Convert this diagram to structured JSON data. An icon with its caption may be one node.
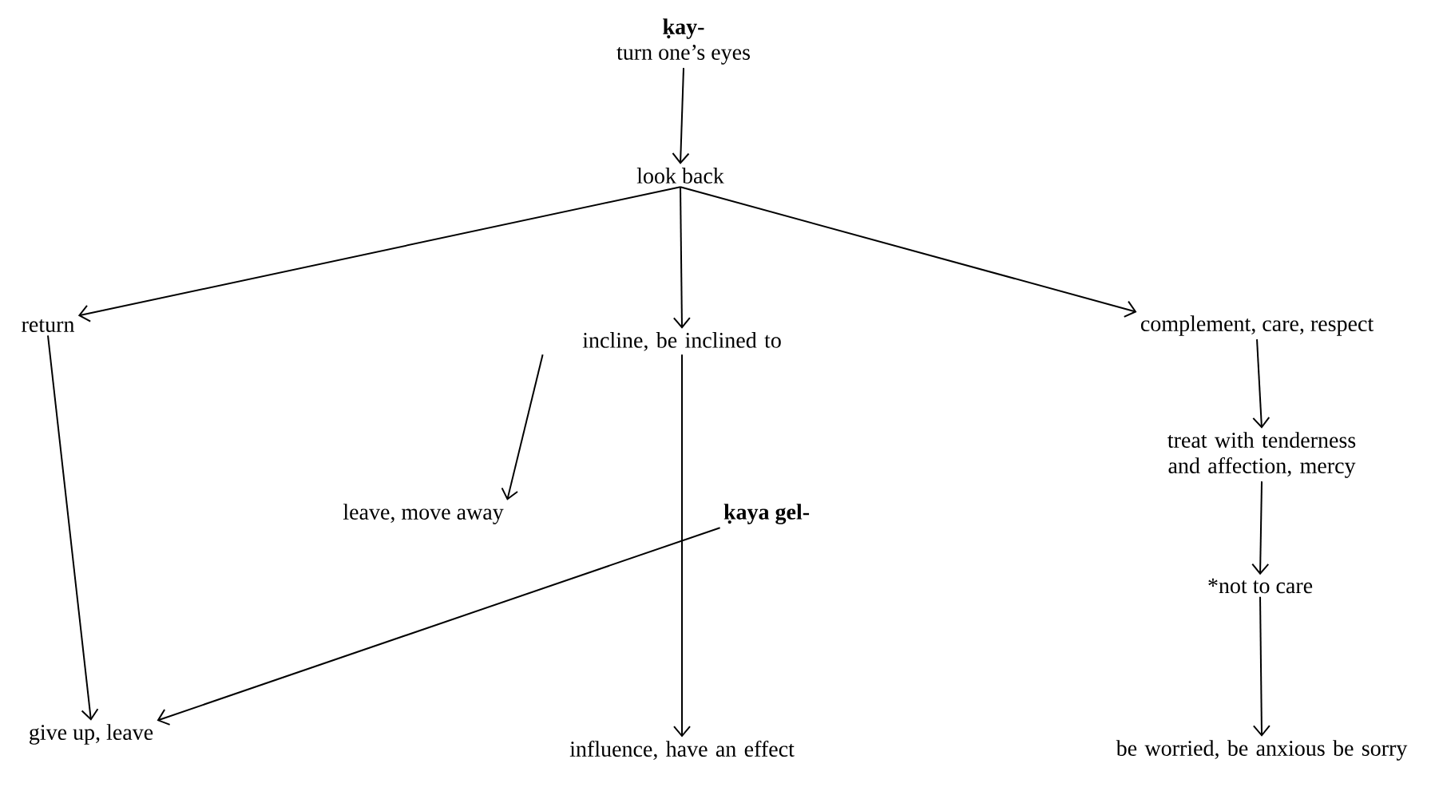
{
  "diagram": {
    "nodes": [
      {
        "text": [
          "ḳay-",
          "turn one’s eyes"
        ]
      },
      {
        "text": [
          "look back"
        ]
      },
      {
        "text": [
          "return"
        ]
      },
      {
        "text": [
          "incline, be inclined to"
        ]
      },
      {
        "text": [
          "complement, care, respect"
        ]
      },
      {
        "text": [
          "leave, move away"
        ]
      },
      {
        "text": [
          "ḳaya gel-"
        ]
      },
      {
        "text": [
          "treat with tenderness and affection, mercy"
        ]
      },
      {
        "text": [
          "*not to care"
        ]
      },
      {
        "text": [
          "give up, leave"
        ]
      },
      {
        "text": [
          "influence, have an effect"
        ]
      },
      {
        "text": [
          "be worried, be anxious be sorry"
        ]
      }
    ],
    "edges": [
      {
        "from": 0,
        "to": 1,
        "arrow": "to"
      },
      {
        "from": 1,
        "to": 2,
        "arrow": "to"
      },
      {
        "from": 1,
        "to": 3,
        "arrow": "to"
      },
      {
        "from": 1,
        "to": 4,
        "arrow": "to"
      },
      {
        "from": 2,
        "to": 9,
        "arrow": "to"
      },
      {
        "from": 3,
        "to": 5,
        "arrow": "to"
      },
      {
        "from": 3,
        "to": 10,
        "arrow": "to"
      },
      {
        "from": 6,
        "to": 9,
        "arrow": "to"
      },
      {
        "from": 4,
        "to": 7,
        "arrow": "to"
      },
      {
        "from": 7,
        "to": 8,
        "arrow": "to"
      },
      {
        "from": 8,
        "to": 11,
        "arrow": "to"
      }
    ]
  }
}
